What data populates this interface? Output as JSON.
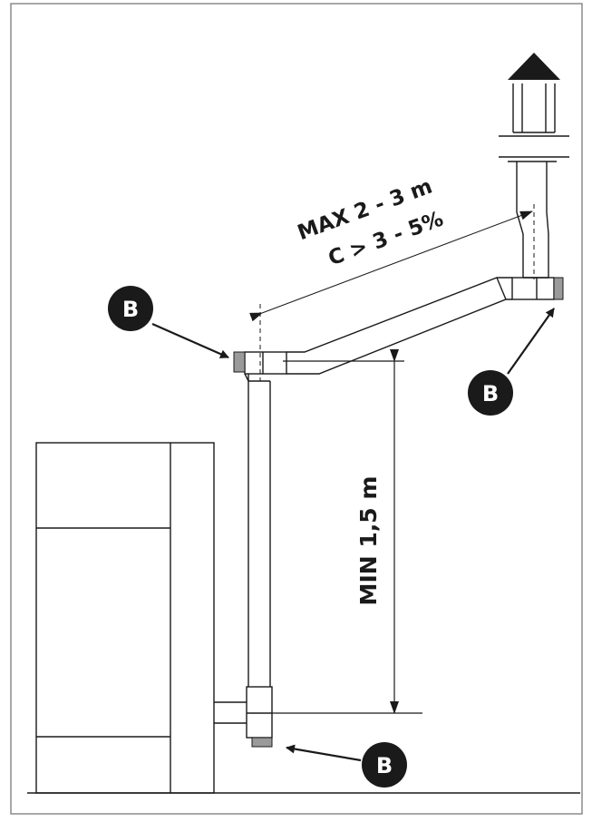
{
  "diagram": {
    "horizontal_label_line1": "MAX 2 - 3 m",
    "horizontal_label_line2": "C > 3 - 5%",
    "vertical_label": "MIN 1,5 m",
    "badges": [
      {
        "letter": "B"
      },
      {
        "letter": "B"
      },
      {
        "letter": "B"
      }
    ]
  },
  "colors": {
    "line": "#1a1a1a",
    "badge": "#1a1a1a",
    "cap": "#9a9a9a",
    "frame": "#8c8c8c"
  },
  "icons": {
    "vent_cap": "chimney-cap-icon",
    "arrows": "arrow-icon"
  }
}
